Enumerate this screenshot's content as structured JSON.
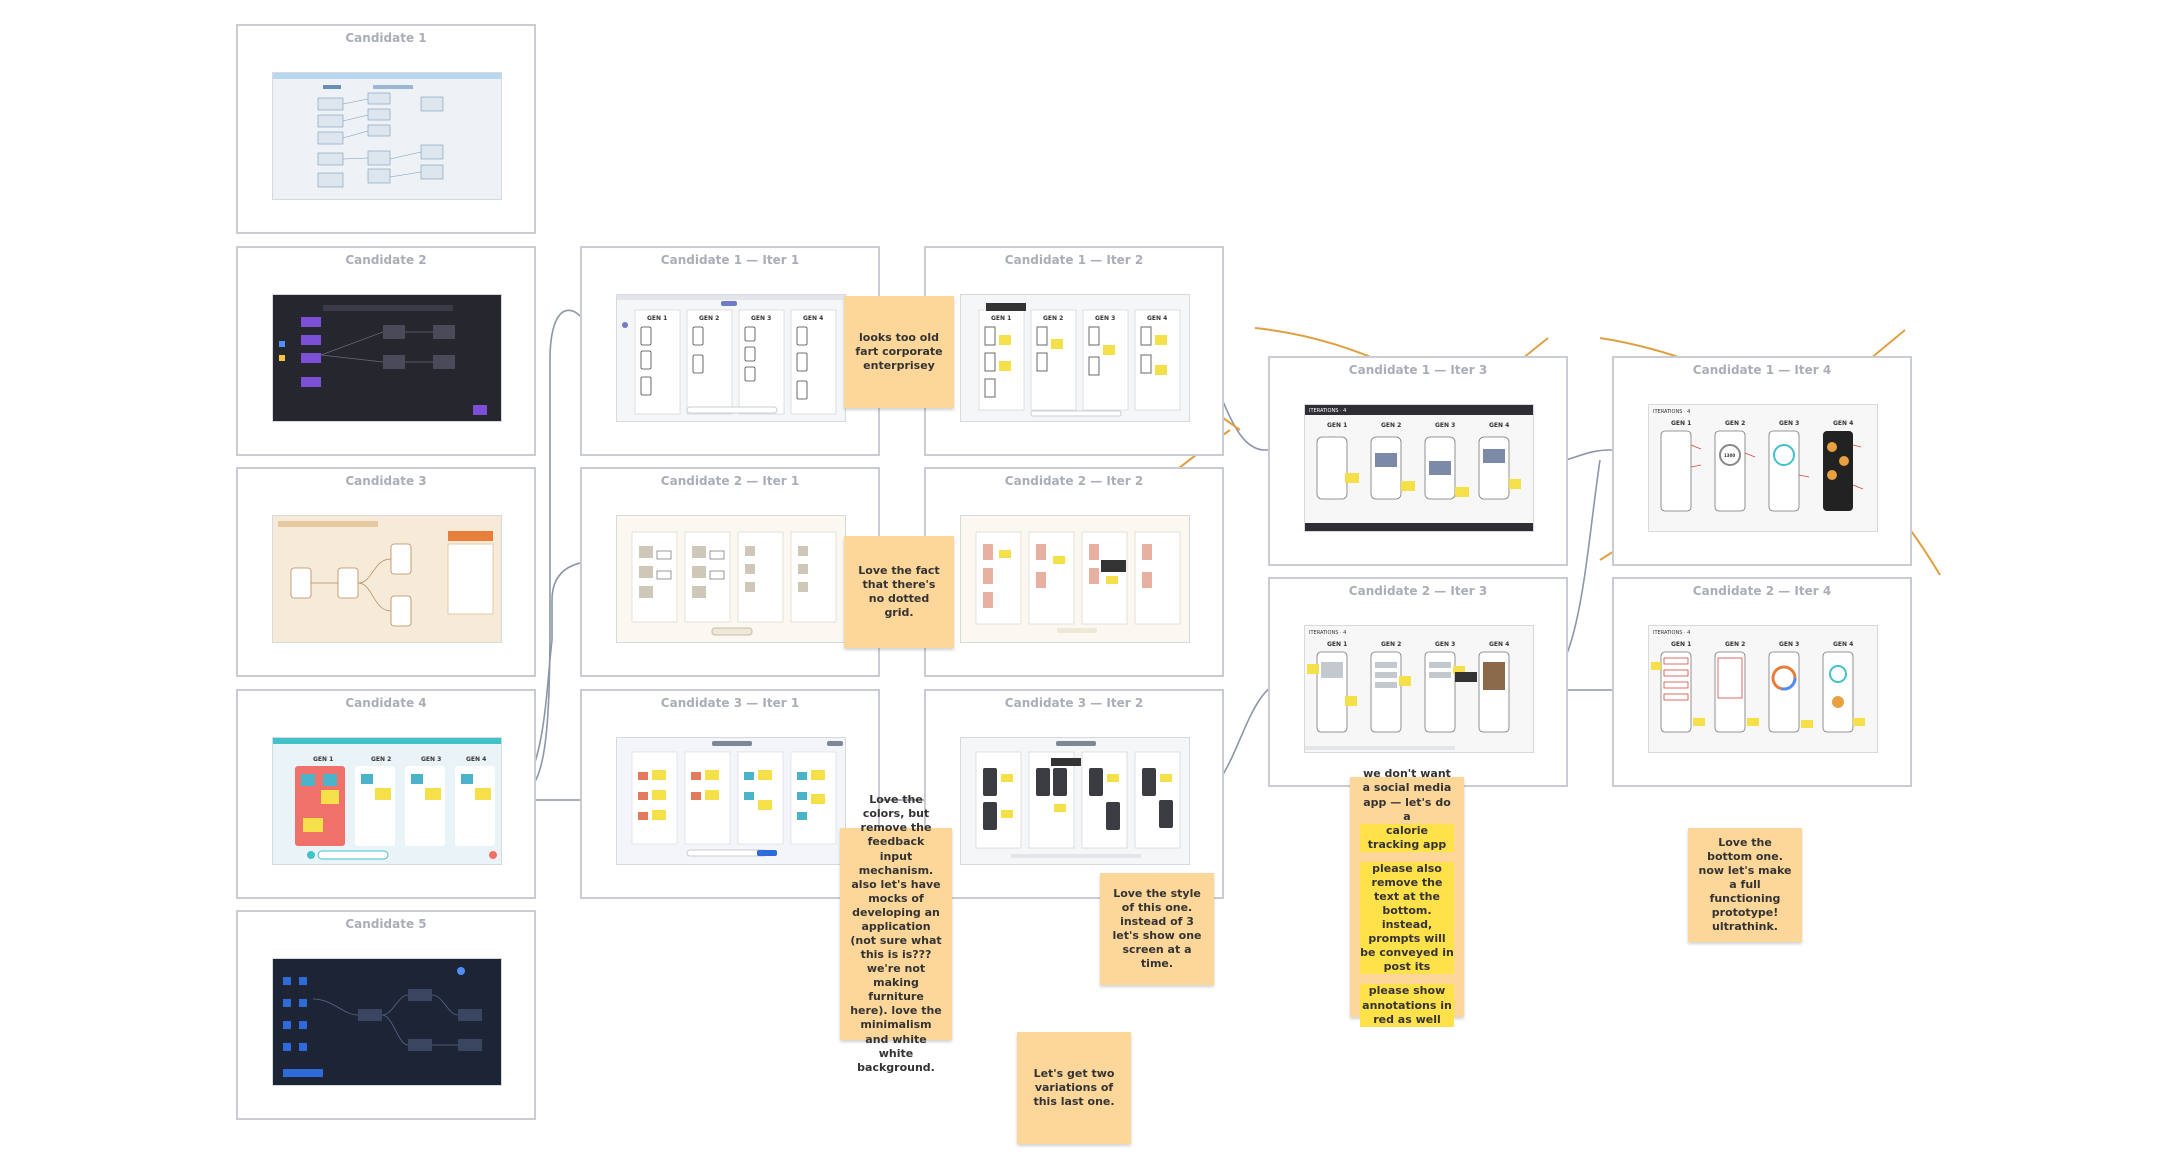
{
  "frames": {
    "c1": "Candidate 1",
    "c2": "Candidate 2",
    "c3": "Candidate 3",
    "c4": "Candidate 4",
    "c5": "Candidate 5",
    "c1i1": "Candidate 1 — Iter 1",
    "c2i1": "Candidate 2 — Iter 1",
    "c3i1": "Candidate 3 — Iter 1",
    "c1i2": "Candidate 1 — Iter 2",
    "c2i2": "Candidate 2 — Iter 2",
    "c3i2": "Candidate 3 — Iter 2",
    "c1i3": "Candidate 1 — Iter 3",
    "c2i3": "Candidate 2 — Iter 3",
    "c1i4": "Candidate 1 — Iter 4",
    "c2i4": "Candidate 2 — Iter 4"
  },
  "stickies": {
    "s1": "looks too old fart corporate enterprisey",
    "s2": "Love the fact that there's no dotted grid.",
    "s3": "Love the colors, but remove the feedback input mechanism. also let's have mocks of developing an application (not sure what this is is??? we're not making furniture here). love the minimalism and white white background.",
    "s4": "Love the style of this one. instead of 3 let's show one screen at a time.",
    "s5": "Let's get two variations of this last one.",
    "s6a": "we don't want a social media app — let's do a",
    "s6b": "calorie tracking app",
    "s6c": "please also remove the text at the bottom. instead, prompts will be conveyed in post its",
    "s6d": "please show annotations in red as well",
    "s7": "Love the bottom one. now let's make a full functioning prototype! ultrathink."
  },
  "thumb_labels": {
    "gen1": "GEN 1",
    "gen2": "GEN 2",
    "gen3": "GEN 3",
    "gen4": "GEN 4",
    "iterations": "ITERATIONS · 4",
    "calories": "1300"
  },
  "colors": {
    "frame_border": "#c9ccd2",
    "frame_title": "#a9aeb8",
    "sticky": "#fdd79a",
    "highlight": "#ffe14a",
    "cross": "#e0a040",
    "connector": "#8c96a6",
    "dark_thumb": "#26262e",
    "navy_thumb": "#1c2436",
    "cream_thumb": "#f6ead8",
    "accent_purple": "#7b4fd6",
    "accent_orange": "#e87e3c",
    "accent_teal": "#41c2c8"
  }
}
